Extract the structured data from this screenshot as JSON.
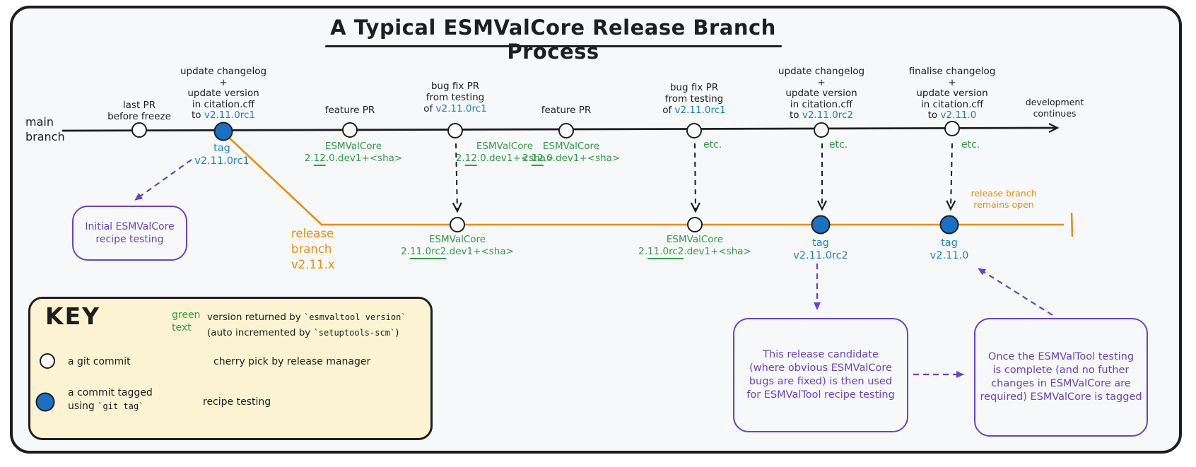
{
  "title": "A Typical ESMValCore Release Branch Process",
  "colors": {
    "ink": "#1e1e1e",
    "background": "#f7f8fa",
    "blue_fill": "#1971c2",
    "blue_text": "#1c7ed6",
    "green": "#2f9e44",
    "orange": "#f08c00",
    "purple": "#6741d9",
    "key_bg": "#fcf3d3"
  },
  "main_branch": {
    "label": "main\nbranch",
    "end_label": "development\ncontinues",
    "commits": [
      {
        "above": "last PR\nbefore freeze"
      },
      {
        "above": "update changelog\n+\nupdate version\nin citation.cff",
        "above_prefix": "to ",
        "above_version": "v2.11.0rc1",
        "tag_label": "tag\nv2.11.0rc1"
      },
      {
        "above": "feature PR",
        "version_name": "ESMValCore",
        "version_pre": "2.",
        "version_highlight": "12",
        "version_post": ".0.dev1+<sha>"
      },
      {
        "above": "bug fix PR\nfrom testing",
        "above_prefix": "of ",
        "above_version": "v2.11.0rc1",
        "version_name": "ESMValCore",
        "version_pre": "2.",
        "version_highlight": "12",
        "version_post": ".0.dev1+<sha>"
      },
      {
        "above": "feature PR",
        "version_name": "ESMValCore",
        "version_pre": "2.",
        "version_highlight": "12",
        "version_post": ".0.dev1+<sha>"
      },
      {
        "above": "bug fix PR\nfrom testing",
        "above_prefix": "of ",
        "above_version": "v2.11.0rc1",
        "etc_label": "etc."
      },
      {
        "above": "update changelog\n+\nupdate version\nin citation.cff",
        "above_prefix": "to ",
        "above_version": "v2.11.0rc2",
        "etc_label": "etc."
      },
      {
        "above": "finalise changelog\n+\nupdate version\nin citation.cff",
        "above_prefix": "to ",
        "above_version": "v2.11.0",
        "etc_label": "etc."
      }
    ]
  },
  "release_branch": {
    "label": "release\nbranch\nv2.11.x",
    "end_label": "release branch\nremains open",
    "commits": [
      {
        "version_name": "ESMValCore",
        "version_pre": "2.",
        "version_highlight": "11.0rc2",
        "version_post": ".dev1+<sha>"
      },
      {
        "version_name": "ESMValCore",
        "version_pre": "2.",
        "version_highlight": "11.0rc2",
        "version_post": ".dev1+<sha>"
      },
      {
        "tag_label": "tag\nv2.11.0rc2"
      },
      {
        "tag_label": "tag\nv2.11.0"
      }
    ]
  },
  "notes": {
    "initial_testing": "Initial ESMValCore\nrecipe testing",
    "release_candidate": "This release candidate\n(where obvious ESMValCore\nbugs are fixed) is then used\nfor ESMValTool recipe testing",
    "tool_testing": "Once the ESMValTool testing\nis complete (and no futher\nchanges in ESMValCore are\nrequired) ESMValCore is tagged"
  },
  "key": {
    "heading": "KEY",
    "green_text": {
      "swatch": "green\ntext",
      "line1_pre": "version returned by ",
      "line1_code": "`esmvaltool version`",
      "line2_pre": "(auto incremented by ",
      "line2_code": "`setuptools-scm`",
      "line2_post": ")"
    },
    "commit_label": "a git commit",
    "cherry_pick_label": "cherry pick by release manager",
    "tagged_commit_line1": "a commit tagged",
    "tagged_commit_line2_pre": "using ",
    "tagged_commit_line2_code": "`git tag`",
    "recipe_testing_label": "recipe testing"
  }
}
